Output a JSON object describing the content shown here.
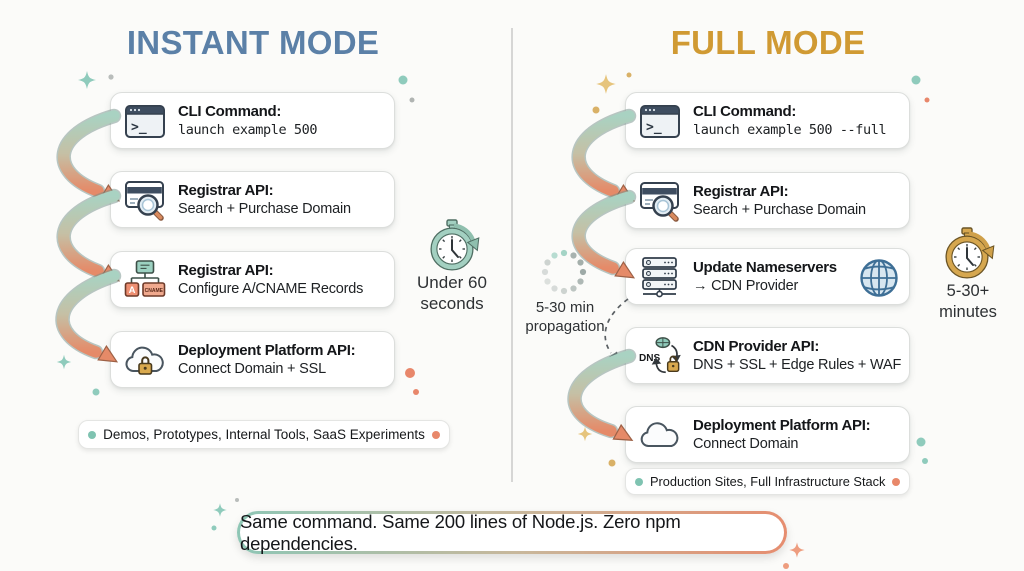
{
  "instant": {
    "title": "INSTANT MODE",
    "steps": [
      {
        "title": "CLI Command:",
        "subtitle": "launch example 500"
      },
      {
        "title": "Registrar API:",
        "subtitle": "Search + Purchase Domain"
      },
      {
        "title": "Registrar API:",
        "subtitle": "Configure A/CNAME Records"
      },
      {
        "title": "Deployment Platform API:",
        "subtitle": "Connect Domain + SSL"
      }
    ],
    "badge": "Demos, Prototypes, Internal Tools, SaaS Experiments",
    "timer": {
      "line1": "Under 60",
      "line2": "seconds"
    }
  },
  "full": {
    "title": "FULL MODE",
    "steps": [
      {
        "title": "CLI Command:",
        "subtitle": "launch example 500 --full"
      },
      {
        "title": "Registrar API:",
        "subtitle": "Search + Purchase Domain"
      },
      {
        "title": "Update Nameservers",
        "subtitle": "→ CDN Provider"
      },
      {
        "title": "CDN Provider API:",
        "subtitle": "DNS + SSL + Edge Rules + WAF"
      },
      {
        "title": "Deployment Platform API:",
        "subtitle": "Connect Domain"
      }
    ],
    "badge": "Production Sites, Full Infrastructure Stack",
    "timer": {
      "line1": "5-30+",
      "line2": "minutes"
    },
    "propagation": {
      "line1": "5-30 min",
      "line2": "propagation"
    }
  },
  "banner": {
    "text": "Same command. Same 200 lines of Node.js. Zero npm dependencies."
  },
  "icon_text": {
    "prompt": ">_",
    "record_a": "A",
    "record_cname": "CNAME",
    "dns": "DNS"
  },
  "colors": {
    "instant_title": "#5b80a7",
    "full_title": "#d09a33",
    "arrow_teal": "#a9d2c2",
    "arrow_salmon": "#e58a68",
    "badge_dot_teal": "#7fc3b1",
    "badge_dot_salmon": "#e8886a",
    "timer_instant": "#a3d0c1",
    "timer_full": "#d6a74f"
  }
}
